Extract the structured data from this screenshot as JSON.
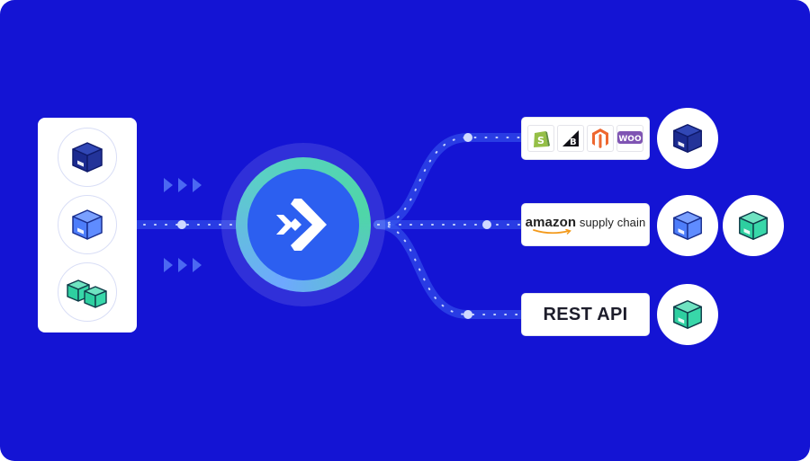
{
  "destinations": {
    "platforms": {
      "logos": [
        {
          "name": "shopify",
          "color": "#95bf47"
        },
        {
          "name": "bigcommerce",
          "color": "#121118"
        },
        {
          "name": "magento",
          "color": "#ee672f"
        },
        {
          "name": "woocommerce",
          "color": "#7f54b3",
          "text": "WOO"
        }
      ]
    },
    "amazon": {
      "brand": "amazon",
      "suffix": "supply chain"
    },
    "rest": {
      "label": "REST API"
    }
  },
  "hub": {
    "icon": "forward-arrows-logo"
  },
  "colors": {
    "background": "#1414d4",
    "box_navy": "#1b2a8f",
    "box_blue": "#4d7dfa",
    "box_green": "#2ecfa0",
    "hub": "#2c5ff0"
  }
}
